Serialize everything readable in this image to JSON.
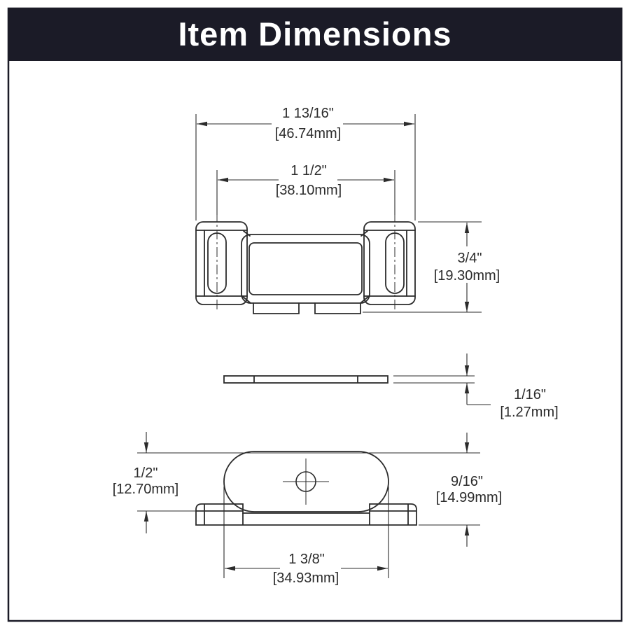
{
  "header": {
    "title": "Item Dimensions",
    "bg_color": "#1b1b27",
    "text_color": "#ffffff"
  },
  "drawing": {
    "line_color": "#2b2b2b",
    "views": [
      "front view",
      "plate edge view",
      "bottom view"
    ],
    "dimensions": {
      "overall_width": {
        "inches": "1 13/16\"",
        "mm": "[46.74mm]"
      },
      "slot_spacing": {
        "inches": "1 1/2\"",
        "mm": "[38.10mm]"
      },
      "body_height": {
        "inches": "3/4\"",
        "mm": "[19.30mm]"
      },
      "plate_thickness": {
        "inches": "1/16\"",
        "mm": "[1.27mm]"
      },
      "body_depth": {
        "inches": "1/2\"",
        "mm": "[12.70mm]"
      },
      "overall_depth": {
        "inches": "9/16\"",
        "mm": "[14.99mm]"
      },
      "base_width": {
        "inches": "1 3/8\"",
        "mm": "[34.93mm]"
      }
    }
  }
}
